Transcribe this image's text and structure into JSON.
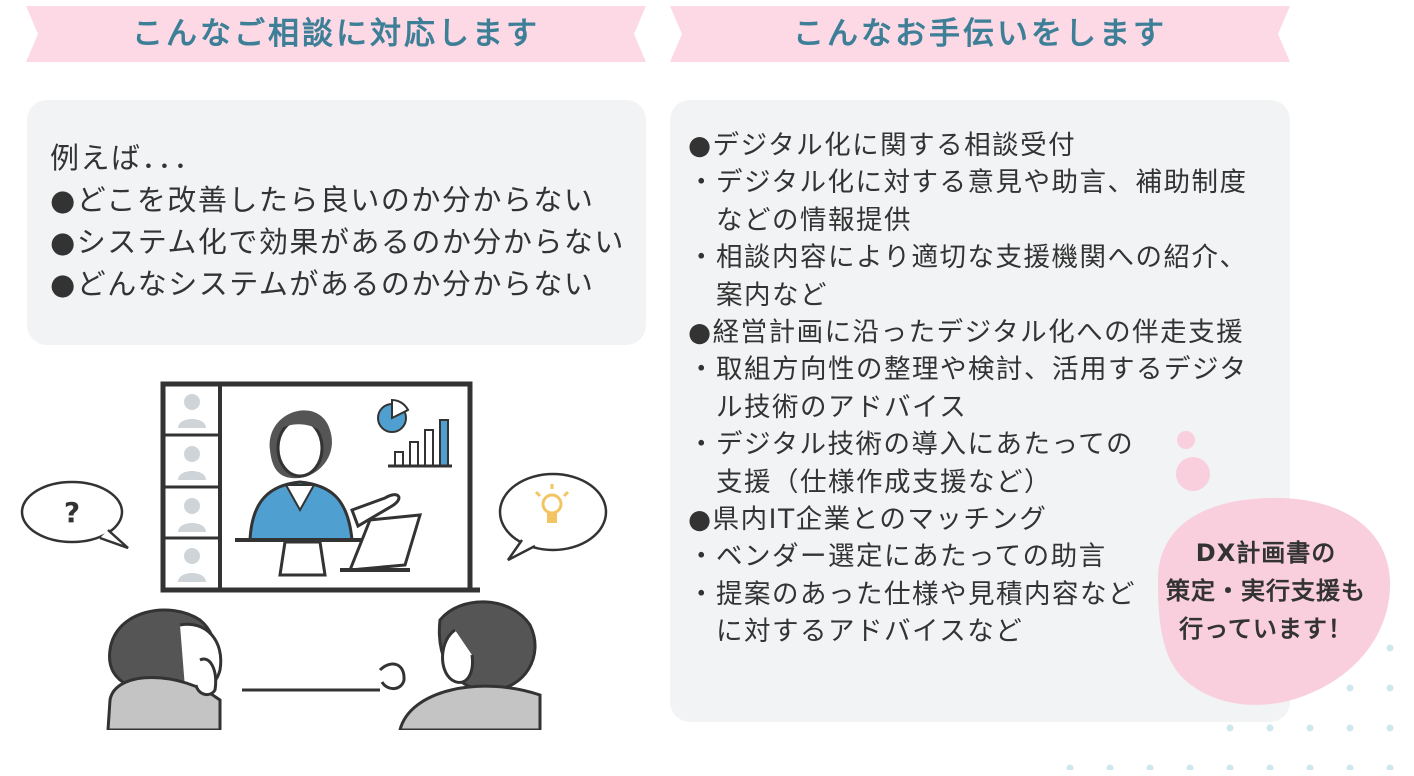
{
  "left_section": {
    "title": "こんなご相談に対応します",
    "lines": [
      "例えば．．．",
      "●どこを改善したら良いのか分からない",
      "●システム化で効果があるのか分からない",
      "●どんなシステムがあるのか分からない"
    ]
  },
  "right_section": {
    "title": "こんなお手伝いをします",
    "lines": [
      "●デジタル化に関する相談受付",
      "・デジタル化に対する意見や助言、補助制度",
      "　などの情報提供",
      "・相談内容により適切な支援機関への紹介、",
      "　案内など",
      "●経営計画に沿ったデジタル化への伴走支援",
      "・取組方向性の整理や検討、活用するデジタ",
      "　ル技術のアドバイス",
      "・デジタル技術の導入にあたっての",
      "　支援（仕様作成支援など）",
      "●県内IT企業とのマッチング",
      "・ベンダー選定にあたっての助言",
      "・提案のあった仕様や見積内容など",
      "　に対するアドバイスなど"
    ]
  },
  "callout": {
    "lines": [
      "DX計画書の",
      "策定・実行支援も",
      "行っています！"
    ]
  },
  "illustration": {
    "question_mark": "?"
  },
  "colors": {
    "ribbon_pink": "#fcd9e4",
    "title_blue": "#3d7f97",
    "card_gray": "#f1f3f4",
    "callout_pink": "#f9cfdd",
    "accent_blue": "#4f9fd0",
    "dot_teal": "#cde8ee",
    "bulb_yellow": "#f2c463"
  }
}
